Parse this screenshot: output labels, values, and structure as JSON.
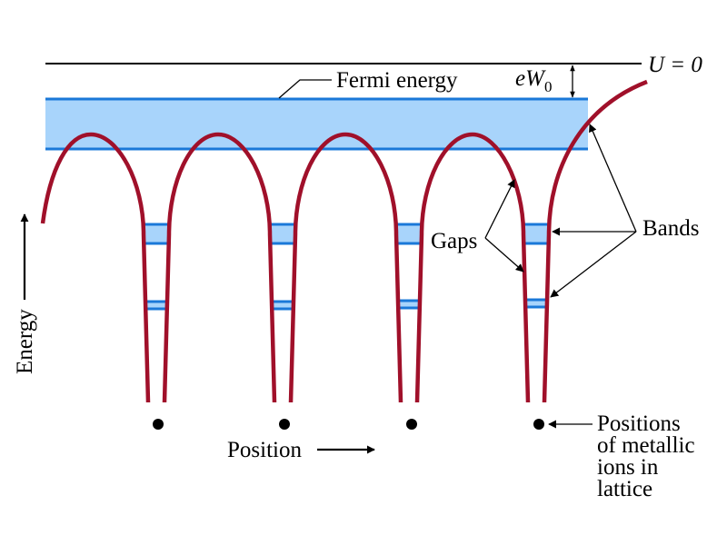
{
  "colors": {
    "band_fill": "#a8d4fb",
    "band_edge": "#1a78d8",
    "potential": "#a0102a",
    "ink": "#000000"
  },
  "labels": {
    "zero_level": "U = 0",
    "work_function_e": "e",
    "work_function_W": "W",
    "work_function_sub": "0",
    "fermi_energy": "Fermi energy",
    "gaps": "Gaps",
    "bands": "Bands",
    "energy_axis": "Energy",
    "position_axis": "Position",
    "ion_caption": [
      "Positions",
      "of metallic",
      "ions in",
      "lattice"
    ]
  }
}
